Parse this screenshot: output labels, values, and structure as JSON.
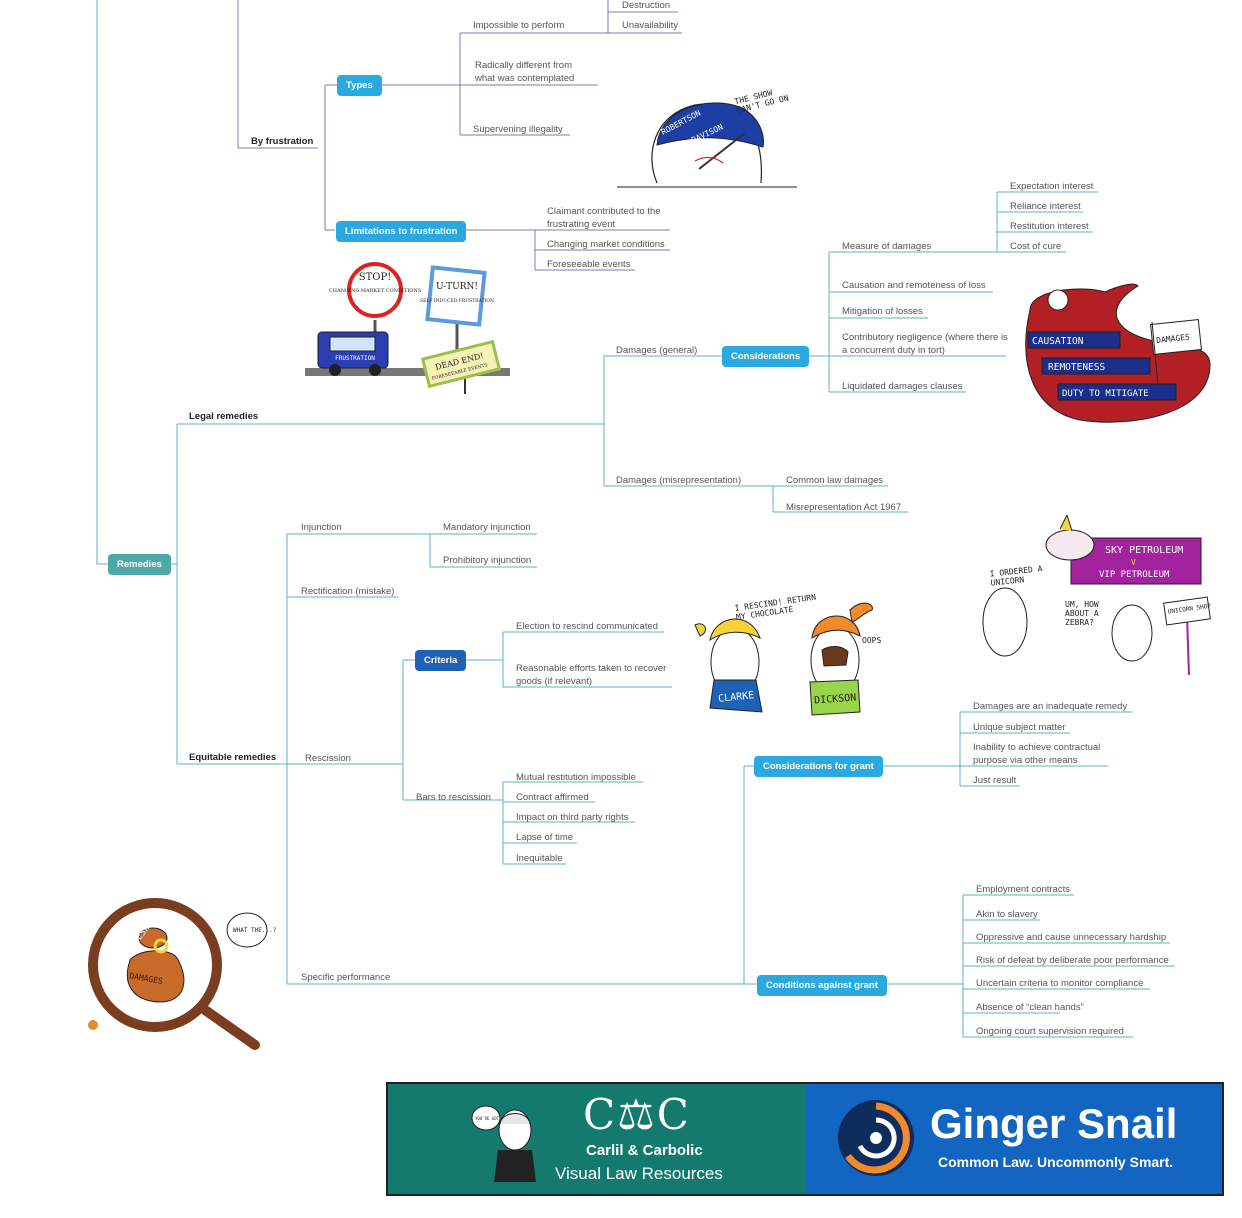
{
  "frustration": {
    "root": "By frustration",
    "types_label": "Types",
    "impossible": "Impossible to perform",
    "destruction": "Destruction",
    "unavailability": "Unavailability",
    "radically_different": "Radically different from what was contemplated",
    "supervening_illegality": "Supervening illegality",
    "limitations_label": "Limitations to frustration",
    "claimant_contributed": "Claimant contributed to the frustrating event",
    "changing_market": "Changing market conditions",
    "foreseeable": "Foreseeable events"
  },
  "remedies": {
    "root": "Remedies",
    "legal": "Legal remedies",
    "damages_general": "Damages (general)",
    "considerations": "Considerations",
    "measure": "Measure of damages",
    "expectation": "Expectation interest",
    "reliance": "Reliance interest",
    "restitution": "Restitution interest",
    "cost_of_cure": "Cost of cure",
    "causation": "Causation and remoteness of loss",
    "mitigation": "Mitigation of losses",
    "contributory": "Contributory negligence (where there is a concurrent duty in tort)",
    "liquidated": "Liquidated damages clauses",
    "damages_misrep": "Damages (misrepresentation)",
    "common_law": "Common law damages",
    "misrep_act": "Misrepresentation Act 1967",
    "equitable": "Equitable remedies",
    "injunction": "Injunction",
    "mandatory": "Mandatory injunction",
    "prohibitory": "Prohibitory injunction",
    "rectification": "Rectification (mistake)",
    "rescission": "Rescission",
    "criteria": "Criteria",
    "election": "Election to rescind communicated",
    "reasonable_efforts": "Reasonable efforts taken to recover goods (if relevant)",
    "bars": "Bars to rescission",
    "mutual": "Mutual restitution impossible",
    "affirmed": "Contract affirmed",
    "third_party": "Impact on third party rights",
    "lapse": "Lapse of time",
    "inequitable": "Inequitable",
    "specific": "Specific performance",
    "cons_grant": "Considerations for grant",
    "inadequate": "Damages are an inadequate remedy",
    "unique": "Unique subject matter",
    "inability": "Inability to achieve contractual purpose via other means",
    "just_result": "Just result",
    "cond_against": "Conditions against grant",
    "employment": "Employment contracts",
    "akin": "Akin to slavery",
    "oppressive": "Oppressive and cause unnecessary hardship",
    "risk_defeat": "Risk of defeat by deliberate poor performance",
    "uncertain": "Uncertain criteria to monitor compliance",
    "clean_hands": "Absence of “clean hands”",
    "ongoing": "Ongoing court supervision required"
  },
  "illustrations": {
    "robertson_cap": "ROBERTSON",
    "davison_cap": "DAVISON",
    "show_text": "THE SHOW CAN'T GO ON",
    "stop_title": "STOP!",
    "stop_sub": "CHANGING MARKET CONDITIONS",
    "uturn_title": "U-TURN!",
    "uturn_sub": "SELF INDUCED FRUSTRATION",
    "car_label": "FRUSTRATION",
    "deadend_title": "DEAD END!",
    "deadend_sub": "FORESEEABLE EVENTS",
    "ribbon_causation": "CAUSATION",
    "ribbon_remoteness": "REMOTENESS",
    "ribbon_duty": "DUTY TO MITIGATE",
    "ribbon_flag": "DAMAGES",
    "clarke_speech": "I RESCIND! RETURN MY CHOCOLATE",
    "clarke_label": "CLARKE",
    "dickson_speech": "OOPS",
    "dickson_label": "DICKSON",
    "sky_title": "SKY PETROLEUM",
    "sky_v": "V",
    "vip_title": "VIP PETROLEUM",
    "unicorn_speech": "I ORDERED A UNICORN",
    "zebra_speech": "UM, HOW ABOUT A ZEBRA?",
    "unicorn_shop": "UNICORN SHOP",
    "beswick_ring": "BESWICK BESWICK",
    "damages_bag": "DAMAGES",
    "what_the": "WHAT THE...?"
  },
  "banner": {
    "cc_logo": "C⚖C",
    "cc_name": "Carlil & Carbolic",
    "cc_sub": "Visual Law Resources",
    "cc_bubble": "YOU'VE GOT THIS!",
    "gs_name": "Ginger Snail",
    "gs_tag": "Common Law. Uncommonly Smart."
  },
  "colors": {
    "pill_light": "#29a9e0",
    "pill_dark": "#1e62b5",
    "pill_teal": "#4fa8a8",
    "line_blue": "#5fb0cf",
    "line_purple": "#7a7ab8",
    "banner_left": "#147a6e",
    "banner_right": "#1266c2"
  }
}
